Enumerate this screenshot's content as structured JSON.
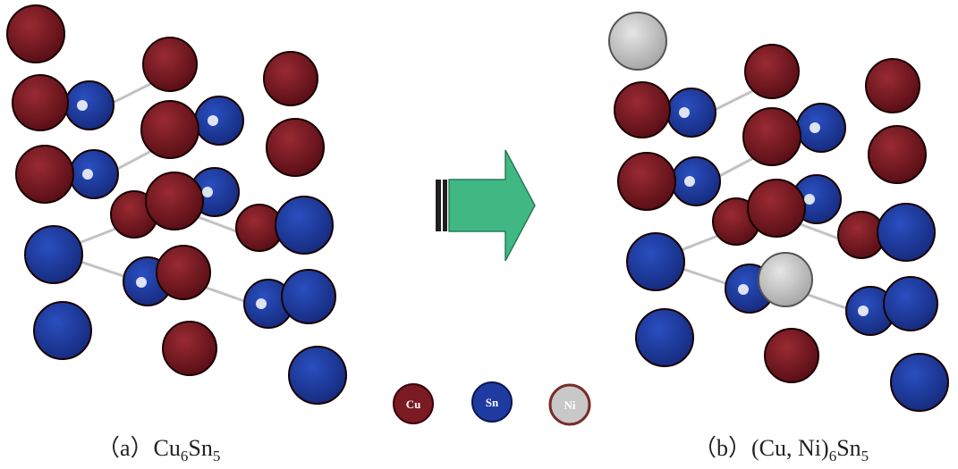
{
  "legend": {
    "cu": {
      "label": "Cu",
      "color": "#7a1a22"
    },
    "sn": {
      "label": "Sn",
      "color": "#1f3aa0"
    },
    "ni": {
      "label": "Ni",
      "color": "#c8c8c8"
    }
  },
  "captions": {
    "a": {
      "prefix": "（a）",
      "base1": "Cu",
      "sub1": "6",
      "base2": "Sn",
      "sub2": "5"
    },
    "b": {
      "prefix": "（b）",
      "base1": "(Cu, Ni)",
      "sub1": "6",
      "base2": "Sn",
      "sub2": "5"
    }
  },
  "arrow": {
    "color": "#3fb883"
  }
}
